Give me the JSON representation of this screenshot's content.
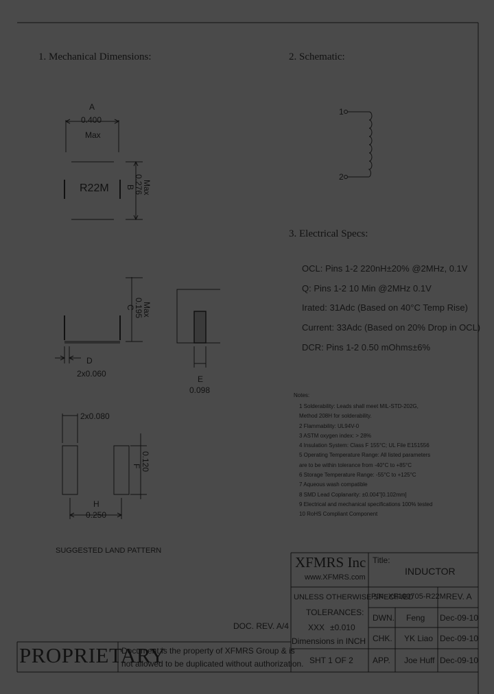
{
  "sections": {
    "mechanical": "1. Mechanical Dimensions:",
    "schematic": "2. Schematic:",
    "electrical": "3. Electrical Specs:"
  },
  "mechanical": {
    "dim_a_letter": "A",
    "dim_a_value": "0.400",
    "dim_a_max": "Max",
    "marking": "R22M",
    "dim_b_letter": "B",
    "dim_b_value": "0.276",
    "dim_b_max": "Max",
    "dim_c_letter": "C",
    "dim_c_value": "0.195",
    "dim_c_max": "Max",
    "dim_d_letter": "D",
    "dim_d_value": "2x0.060",
    "dim_e_letter": "E",
    "dim_e_value": "0.098",
    "pad_width": "2x0.080",
    "dim_f_letter": "F",
    "dim_f_value": "0.120",
    "dim_h_letter": "H",
    "dim_h_value": "0.250",
    "land_pattern": "SUGGESTED LAND PATTERN"
  },
  "schematic": {
    "pin1": "1",
    "pin2": "2"
  },
  "electrical_specs": [
    "OCL: Pins 1-2 220nH±20% @2MHz, 0.1V",
    "Q: Pins 1-2 10 Min @2MHz 0.1V",
    "Irated: 31Adc (Based on 40°C Temp Rise)",
    "Current: 33Adc (Based on 20% Drop in OCL)",
    "DCR: Pins 1-2 0.50 mOhms±6%"
  ],
  "notes_title": "Notes:",
  "notes": [
    "1  Solderability: Leads shall meet MIL-STD-202G,",
    "    Method 208H for solderability.",
    "2  Flammability: UL94V-0",
    "3  ASTM oxygen index: > 28%",
    "4  Insulation System: Class F 155°C; UL File E151556",
    "5  Operating Temperature Range: All listed parameters",
    "    are to be within tolerance from -40°C to +85°C",
    "6  Storage Temperature Range: -55°C to +125°C",
    "7  Aqueous wash compatible",
    "8  SMD Lead Coplanarity: ±0.004\"[0.102mm]",
    "9  Electrical and mechanical specifications 100% tested",
    "10  RoHS Compliant Component"
  ],
  "doc_rev": "DOC. REV. A/4",
  "proprietary": {
    "word": "PROPRIETARY",
    "line1": "Document is the property of XFMRS Group & is",
    "line2": "not allowed to be duplicated without authorization."
  },
  "title_block": {
    "company": "XFMRS Inc",
    "website": "www.XFMRS.com",
    "title_label": "Title:",
    "title_value": "INDUCTOR",
    "unless": "UNLESS OTHERWISE SPECIFIED",
    "tolerances": "TOLERANCES:",
    "xxx": "XXX",
    "tol_value": "±0.010",
    "dimensions": "Dimensions in INCH",
    "sheet": "SHT 1 OF 2",
    "pn_label": "P/N:",
    "pn_value": "XF100705-R22M",
    "rev_label": "REV. A",
    "rows": [
      {
        "label": "DWN.",
        "name": "Feng",
        "date": "Dec-09-10"
      },
      {
        "label": "CHK.",
        "name": "YK Liao",
        "date": "Dec-09-10"
      },
      {
        "label": "APP.",
        "name": "Joe Huff",
        "date": "Dec-09-10"
      }
    ]
  }
}
